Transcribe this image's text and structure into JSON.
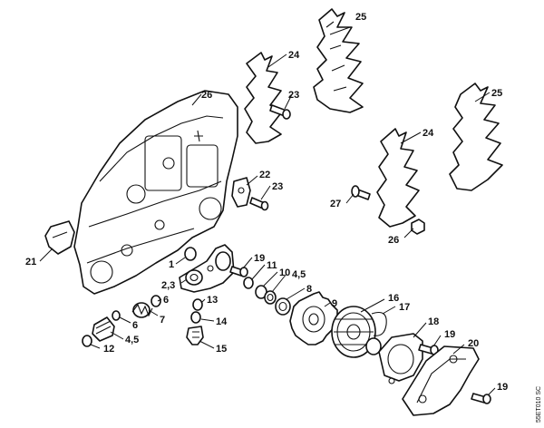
{
  "diagram": {
    "drawing_code": "55ET010 SC",
    "callouts": [
      {
        "id": "c25a",
        "text": "25"
      },
      {
        "id": "c24a",
        "text": "24"
      },
      {
        "id": "c23a",
        "text": "23"
      },
      {
        "id": "c26a",
        "text": "26"
      },
      {
        "id": "c25b",
        "text": "25"
      },
      {
        "id": "c24b",
        "text": "24"
      },
      {
        "id": "c22",
        "text": "22"
      },
      {
        "id": "c23b",
        "text": "23"
      },
      {
        "id": "c27",
        "text": "27"
      },
      {
        "id": "c26b",
        "text": "26"
      },
      {
        "id": "c21",
        "text": "21"
      },
      {
        "id": "c1",
        "text": "1"
      },
      {
        "id": "c19a",
        "text": "19"
      },
      {
        "id": "c23c",
        "text": "2,3"
      },
      {
        "id": "c11",
        "text": "11"
      },
      {
        "id": "c10",
        "text": "10"
      },
      {
        "id": "c45a",
        "text": "4,5"
      },
      {
        "id": "c8",
        "text": "8"
      },
      {
        "id": "c6a",
        "text": "6"
      },
      {
        "id": "c7",
        "text": "7"
      },
      {
        "id": "c13",
        "text": "13"
      },
      {
        "id": "c9",
        "text": "9"
      },
      {
        "id": "c16",
        "text": "16"
      },
      {
        "id": "c17",
        "text": "17"
      },
      {
        "id": "c14",
        "text": "14"
      },
      {
        "id": "c6b",
        "text": "6"
      },
      {
        "id": "c45b",
        "text": "4,5"
      },
      {
        "id": "c12",
        "text": "12"
      },
      {
        "id": "c15",
        "text": "15"
      },
      {
        "id": "c18",
        "text": "18"
      },
      {
        "id": "c19b",
        "text": "19"
      },
      {
        "id": "c20",
        "text": "20"
      },
      {
        "id": "c19c",
        "text": "19"
      }
    ]
  }
}
